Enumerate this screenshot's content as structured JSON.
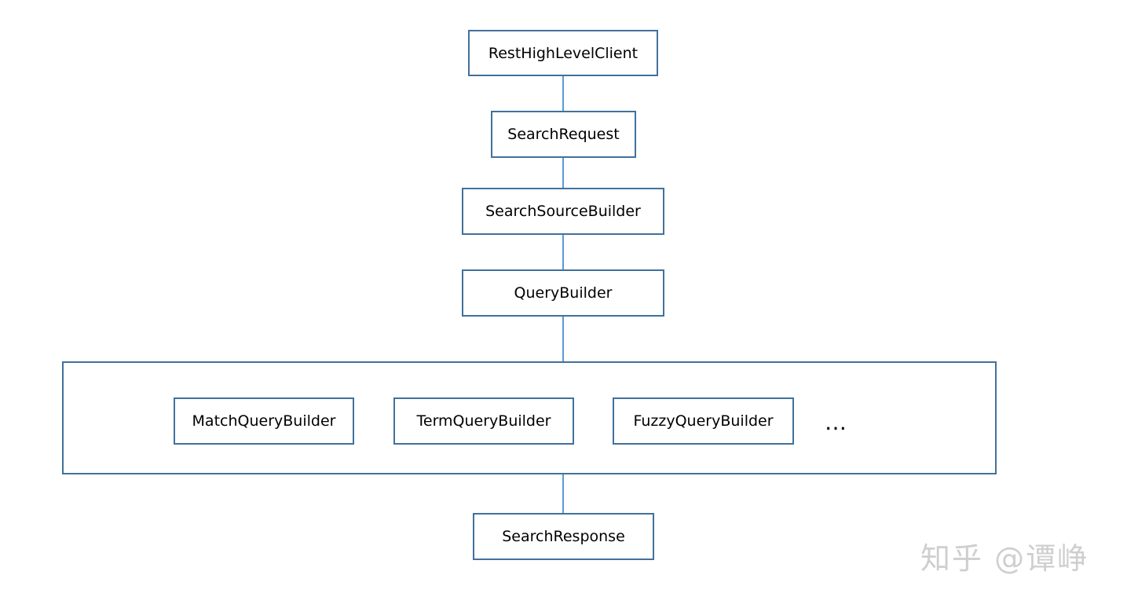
{
  "diagram": {
    "nodes": {
      "rest_client": "RestHighLevelClient",
      "search_request": "SearchRequest",
      "search_source_builder": "SearchSourceBuilder",
      "query_builder": "QueryBuilder",
      "match_query_builder": "MatchQueryBuilder",
      "term_query_builder": "TermQueryBuilder",
      "fuzzy_query_builder": "FuzzyQueryBuilder",
      "search_response": "SearchResponse"
    },
    "ellipsis": "…",
    "colors": {
      "box_border": "#41719c",
      "connector": "#5b9bd5"
    }
  },
  "watermark": "知乎 @谭峥"
}
